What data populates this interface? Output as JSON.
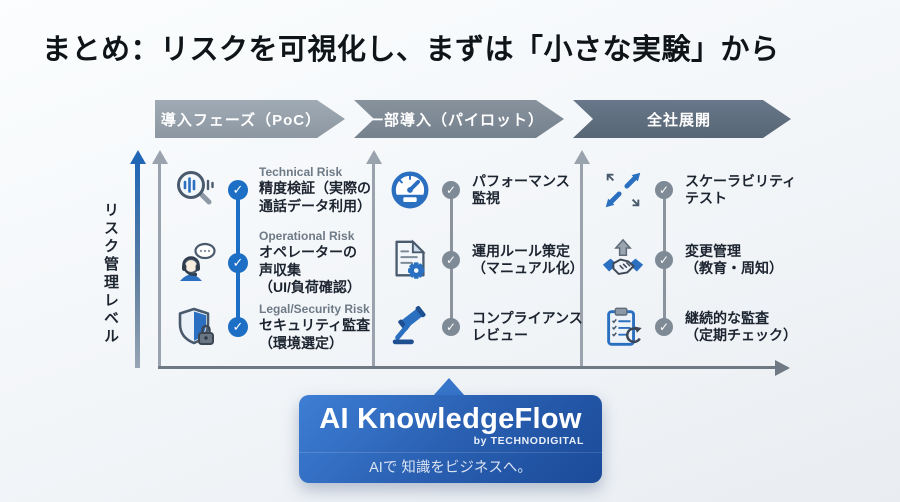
{
  "slide": {
    "title": "まとめ：リスクを可視化し、まずは「小さな実験」から"
  },
  "y_axis": {
    "label": "リスク管理レベル"
  },
  "glyphs": {
    "check": "✓"
  },
  "phases": [
    {
      "label": "導入フェーズ（PoC）",
      "color": "#8c97a1",
      "check_color": "#1c6fc4",
      "items": [
        {
          "icon": "voice-search-icon",
          "risk_label": "Technical Risk",
          "text": "精度検証（実際の\n通話データ利用）"
        },
        {
          "icon": "operator-headset-icon",
          "risk_label": "Operational Risk",
          "text": "オペレーターの\n声収集\n（UI/負荷確認）"
        },
        {
          "icon": "shield-lock-icon",
          "risk_label": "Legal/Security Risk",
          "text": "セキュリティ監査\n（環境選定）"
        }
      ]
    },
    {
      "label": "一部導入（パイロット）",
      "color": "#75818d",
      "check_color": "#7e8a95",
      "items": [
        {
          "icon": "gauge-icon",
          "text": "パフォーマンス\n監視"
        },
        {
          "icon": "document-gear-icon",
          "text": "運用ルール策定\n（マニュアル化）"
        },
        {
          "icon": "gavel-icon",
          "text": "コンプライアンス\nレビュー"
        }
      ]
    },
    {
      "label": "全社展開",
      "color": "#576674",
      "check_color": "#7e8a95",
      "items": [
        {
          "icon": "expand-arrows-icon",
          "text": "スケーラビリティ\nテスト"
        },
        {
          "icon": "handshake-growth-icon",
          "text": "変更管理\n（教育・周知）"
        },
        {
          "icon": "clipboard-audit-icon",
          "text": "継続的な監査\n（定期チェック）"
        }
      ]
    }
  ],
  "callout": {
    "brand": "AI KnowledgeFlow",
    "byline": "by TECHNODIGITAL",
    "tagline": "AIで 知識をビジネスへ。"
  },
  "colors": {
    "accent_blue": "#1c6fc4",
    "check_gray": "#7e8a95",
    "axis_gray": "#6e7983",
    "callout_gradient_start": "#3d7ed4",
    "callout_gradient_end": "#1b4a99",
    "title_text": "#0f1419",
    "background": "#f3f6f9"
  }
}
